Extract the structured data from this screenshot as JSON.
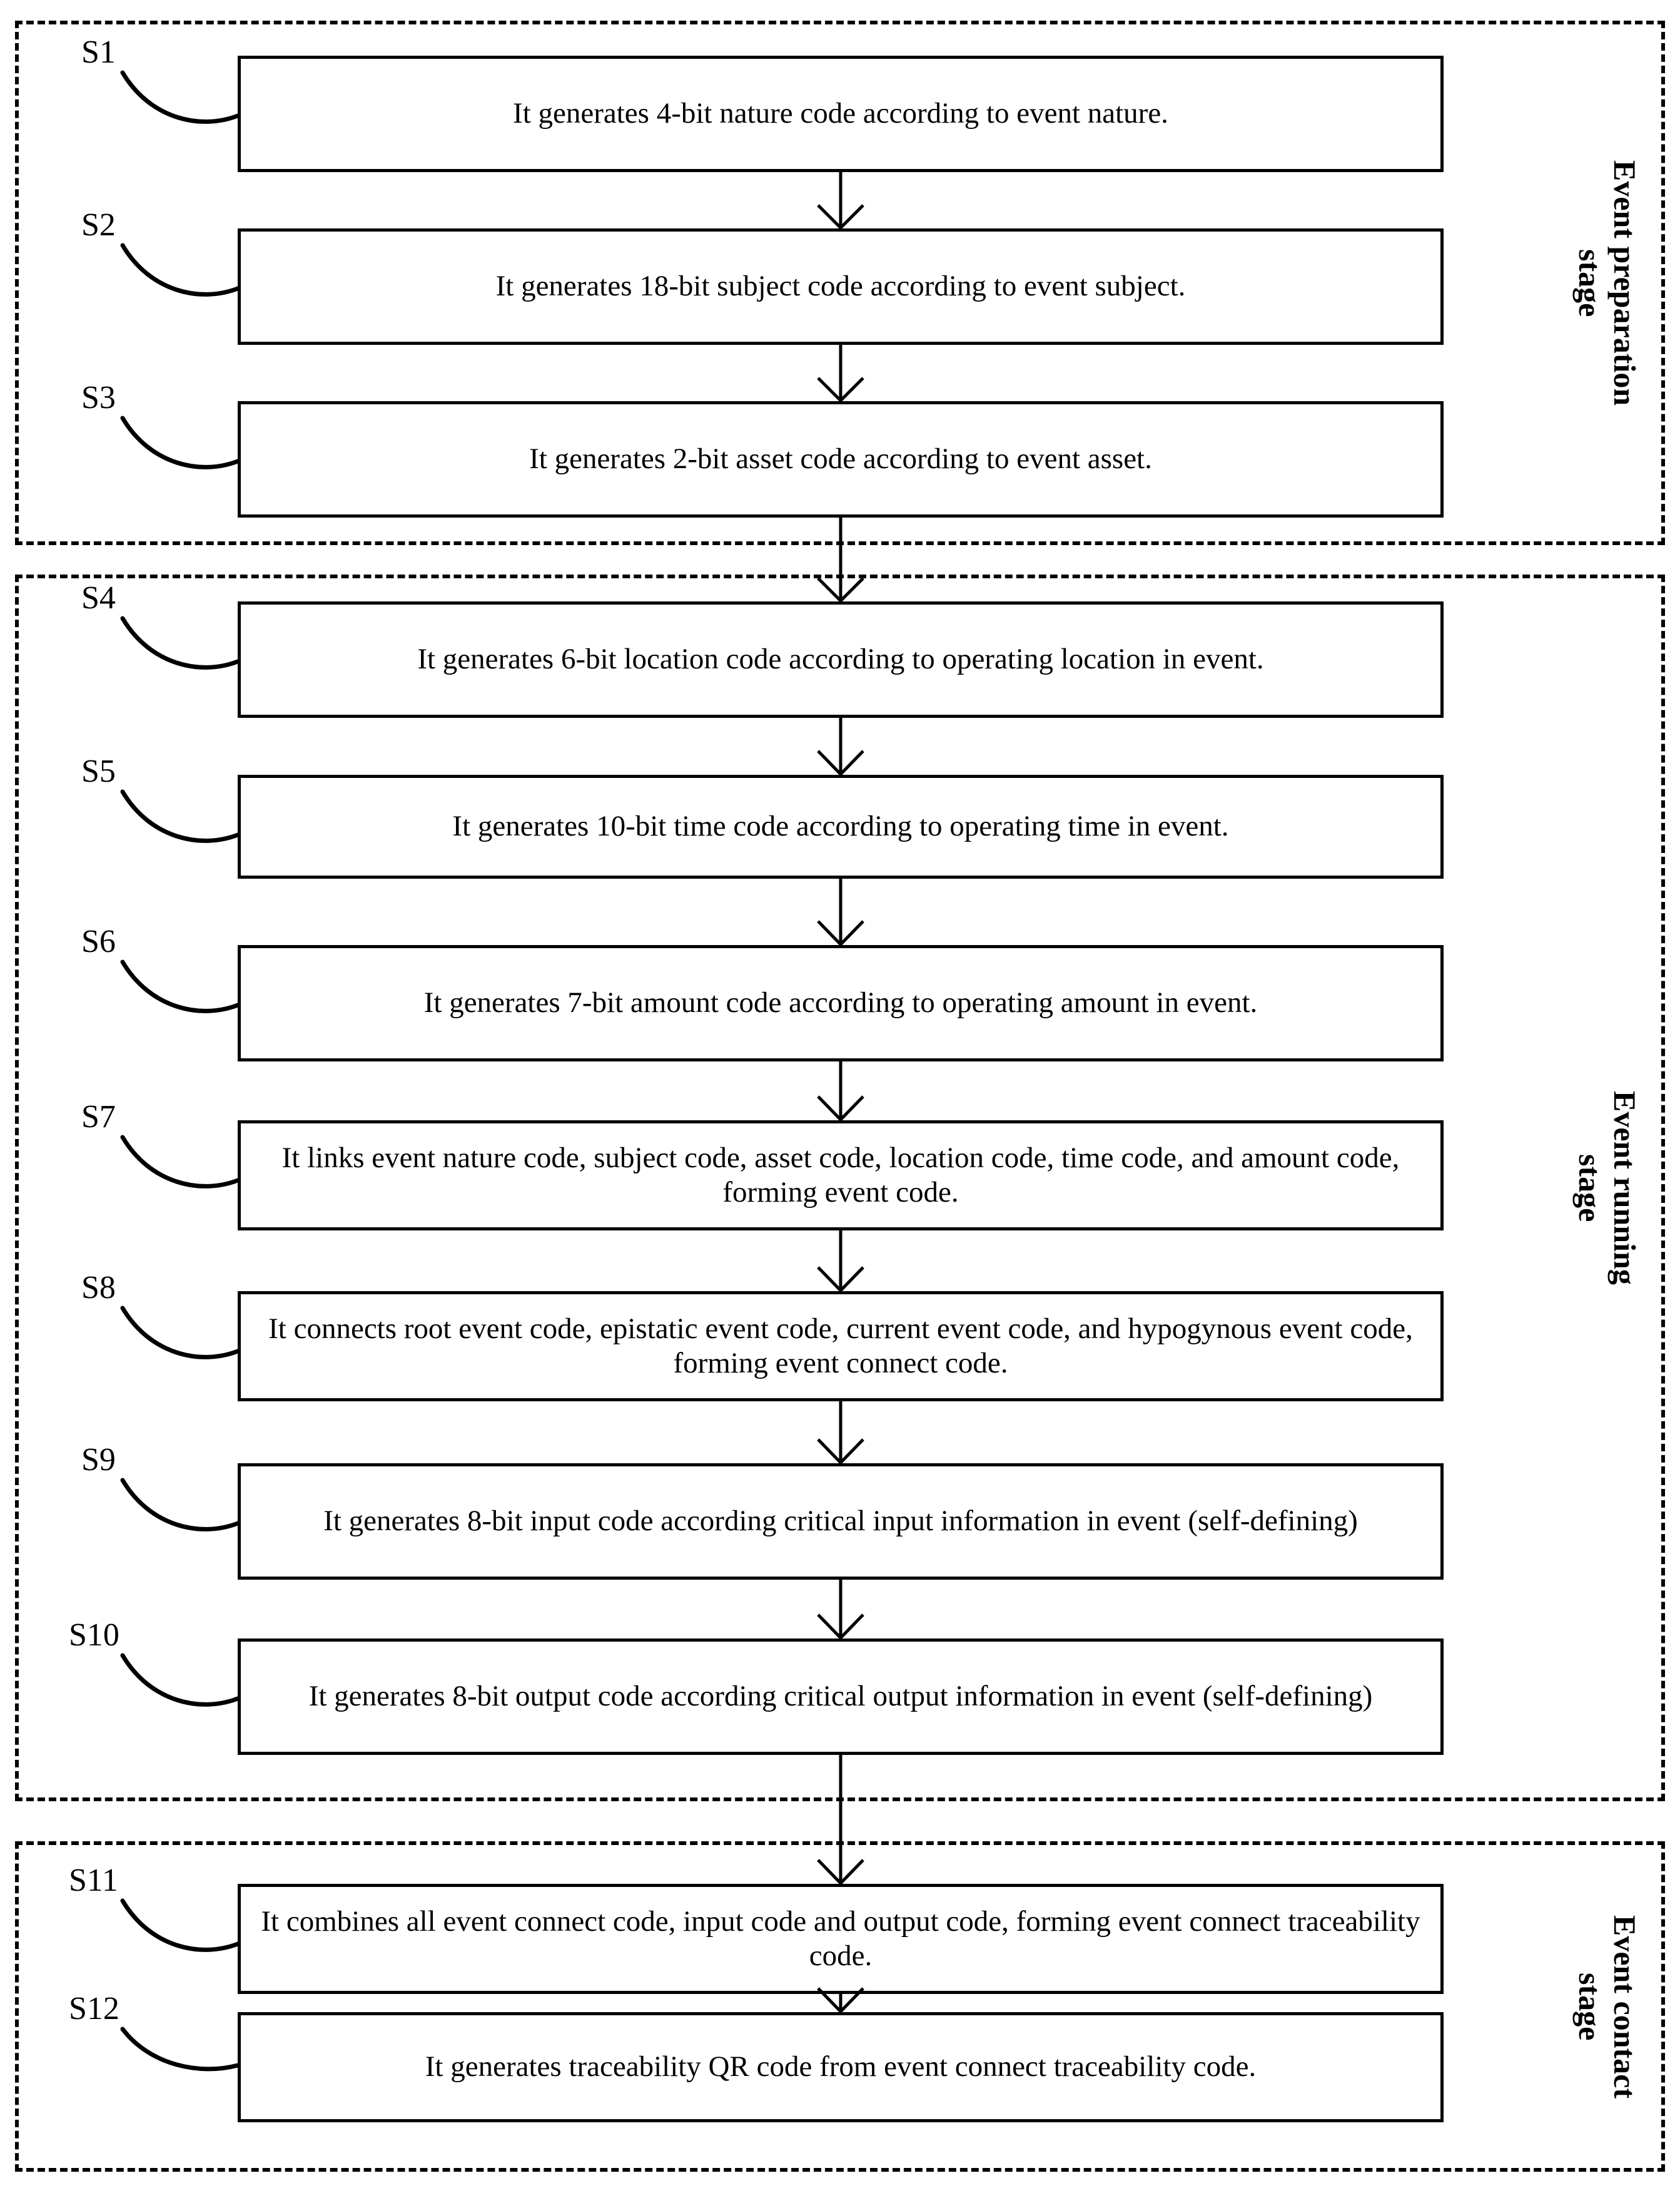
{
  "diagram": {
    "title": "Event traceability code generation flowchart",
    "line_color": "#000000",
    "background_color": "#ffffff"
  },
  "stages": [
    {
      "id": "stage-1",
      "label": "Event preparation\nstage",
      "label_plain": "Event preparation stage"
    },
    {
      "id": "stage-2",
      "label": "Event running\nstage",
      "label_plain": "Event running stage"
    },
    {
      "id": "stage-3",
      "label": "Event contact\nstage",
      "label_plain": "Event contact stage"
    }
  ],
  "steps": [
    {
      "id": "S1",
      "tag": "S1",
      "stage": "stage-1",
      "text": "It generates 4-bit nature code according to event nature."
    },
    {
      "id": "S2",
      "tag": "S2",
      "stage": "stage-1",
      "text": "It generates 18-bit subject code according to event subject."
    },
    {
      "id": "S3",
      "tag": "S3",
      "stage": "stage-1",
      "text": "It generates 2-bit asset code according to event asset."
    },
    {
      "id": "S4",
      "tag": "S4",
      "stage": "stage-2",
      "text": "It generates 6-bit location code according to operating location in event."
    },
    {
      "id": "S5",
      "tag": "S5",
      "stage": "stage-2",
      "text": "It generates 10-bit time code according to operating time in event."
    },
    {
      "id": "S6",
      "tag": "S6",
      "stage": "stage-2",
      "text": "It generates 7-bit amount code according to operating amount in event."
    },
    {
      "id": "S7",
      "tag": "S7",
      "stage": "stage-2",
      "text": "It links event nature code, subject code, asset code, location code, time code, and amount code, forming event code."
    },
    {
      "id": "S8",
      "tag": "S8",
      "stage": "stage-2",
      "text": "It connects root event code, epistatic event code, current event code, and hypogynous event code, forming event connect code."
    },
    {
      "id": "S9",
      "tag": "S9",
      "stage": "stage-2",
      "text": "It generates 8-bit input code according critical input information in event (self-defining)"
    },
    {
      "id": "S10",
      "tag": "S10",
      "stage": "stage-2",
      "text": "It generates 8-bit output code according critical output information in event (self-defining)"
    },
    {
      "id": "S11",
      "tag": "S11",
      "stage": "stage-3",
      "text": "It combines all event connect code, input code and output code, forming event connect traceability code."
    },
    {
      "id": "S12",
      "tag": "S12",
      "stage": "stage-3",
      "text": "It generates traceability QR code from event connect traceability code."
    }
  ],
  "flow": [
    {
      "from": "S1",
      "to": "S2"
    },
    {
      "from": "S2",
      "to": "S3"
    },
    {
      "from": "S3",
      "to": "S4"
    },
    {
      "from": "S4",
      "to": "S5"
    },
    {
      "from": "S5",
      "to": "S6"
    },
    {
      "from": "S6",
      "to": "S7"
    },
    {
      "from": "S7",
      "to": "S8"
    },
    {
      "from": "S8",
      "to": "S9"
    },
    {
      "from": "S9",
      "to": "S10"
    },
    {
      "from": "S10",
      "to": "S11"
    },
    {
      "from": "S11",
      "to": "S12"
    }
  ]
}
